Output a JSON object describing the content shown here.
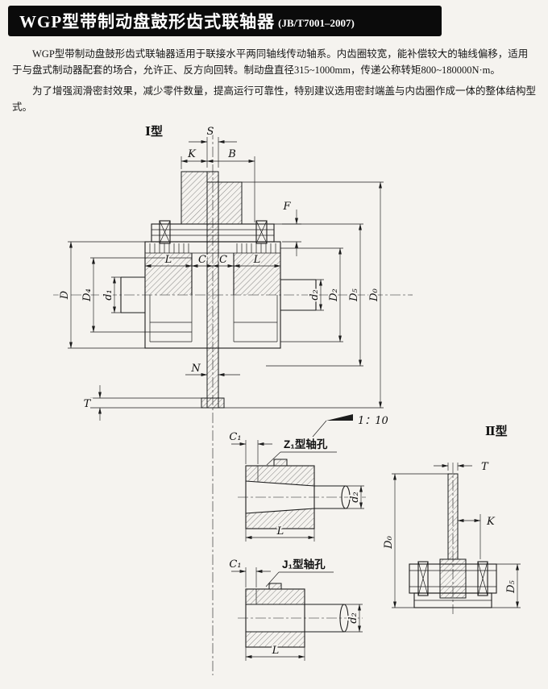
{
  "header": {
    "title": "WGP型带制动盘鼓形齿式联轴器",
    "standard": "(JB/T7001–2007)"
  },
  "intro": {
    "p1": "WGP型带制动盘鼓形齿式联轴器适用于联接水平两同轴线传动轴系。内齿圈较宽，能补偿较大的轴线偏移，适用于与盘式制动器配套的场合，允许正、反方向回转。制动盘直径315~1000mm，传递公称转矩800~180000N·m。",
    "p2": "为了增强润滑密封效果，减少零件数量，提高运行可靠性，特别建议选用密封端盖与内齿圈作成一体的整体结构型式。"
  },
  "figures": {
    "fig1": {
      "type_label": "Ⅰ型",
      "taper": "1：10",
      "dims": {
        "S": "S",
        "K": "K",
        "B": "B",
        "F": "F",
        "D": "D",
        "D4": "D₄",
        "d1": "d₁",
        "L": "L",
        "C": "C",
        "d2": "d₂",
        "D2": "D₂",
        "D5": "D₅",
        "D0": "D₀",
        "N": "N",
        "T": "T"
      }
    },
    "figZ": {
      "title": "Z₁型轴孔",
      "dims": {
        "C1": "C₁",
        "d2": "d₂",
        "L": "L"
      }
    },
    "fig2": {
      "type_label": "Ⅱ型",
      "dims": {
        "T": "T",
        "K": "K",
        "D0": "D₀",
        "D5": "D₅"
      }
    },
    "figJ": {
      "title": "J₁型轴孔",
      "dims": {
        "C1": "C₁",
        "d2": "d₂",
        "L": "L"
      }
    }
  }
}
